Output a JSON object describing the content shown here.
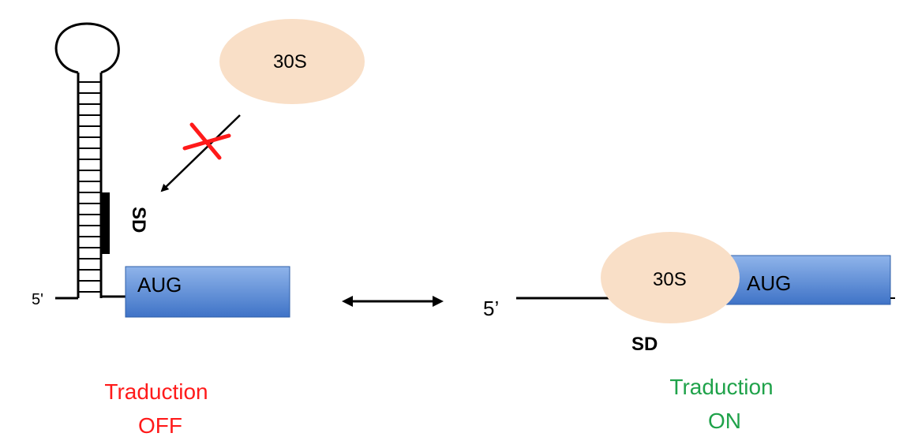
{
  "left_panel": {
    "ribosome_label": "30S",
    "sd_label": "SD",
    "five_prime_label": "5'",
    "aug_label": "AUG",
    "status_line1": "Traduction",
    "status_line2": "OFF"
  },
  "right_panel": {
    "ribosome_label": "30S",
    "aug_label": "AUG",
    "five_prime_label": "5’",
    "sd_label": "SD",
    "status_line1": "Traduction",
    "status_line2": "ON"
  },
  "colors": {
    "ribosome_fill": "#f9dfc7",
    "aug_fill_top": "#8fb4ea",
    "aug_fill_bottom": "#3f73c7",
    "aug_stroke": "#2f5fa8",
    "blocked_mark": "#ff1a1a",
    "off_text": "#ff1a1a",
    "on_text": "#1fa24a",
    "line": "#000000"
  },
  "icons": {
    "blocked_mark": "red-x-icon",
    "equilibrium_arrow": "double-headed-arrow-icon"
  }
}
